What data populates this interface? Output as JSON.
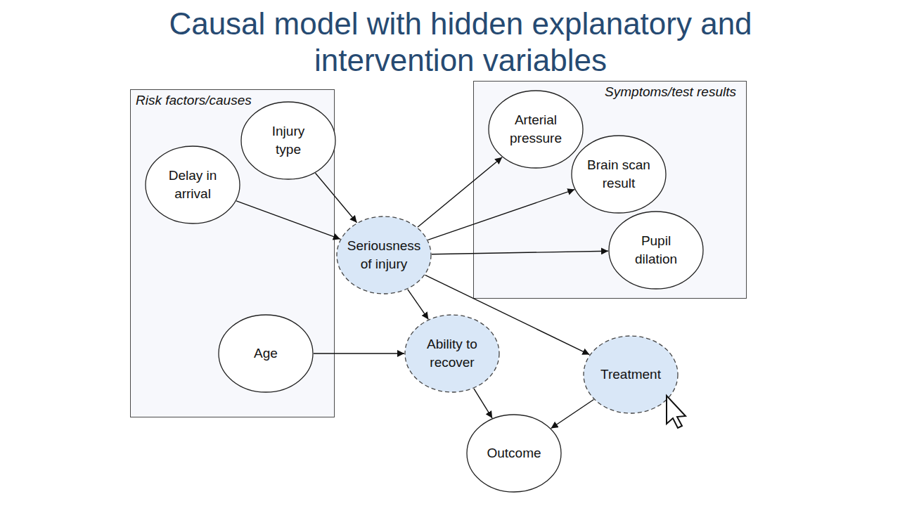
{
  "diagram": {
    "title": "Causal model with hidden explanatory and intervention variables",
    "nodes": [
      {
        "text": [
          "Risk factors/causes"
        ]
      },
      {
        "text": [
          "Injury type"
        ],
        "in": 0
      },
      {
        "text": [
          "Delay in arrival"
        ],
        "in": 0
      },
      {
        "text": [
          "Age"
        ],
        "in": 0
      },
      {
        "text": [
          "Symptoms/test results"
        ]
      },
      {
        "text": [
          "Arterial pressure"
        ],
        "in": 4
      },
      {
        "text": [
          "Brain scan result"
        ],
        "in": 4
      },
      {
        "text": [
          "Pupil dilation"
        ],
        "in": 4
      },
      {
        "text": [
          "Seriousness of injury"
        ]
      },
      {
        "text": [
          "Ability to recover"
        ]
      },
      {
        "text": [
          "Treatment"
        ]
      },
      {
        "text": [
          "Outcome"
        ]
      }
    ],
    "edges": [
      {
        "from": 1,
        "to": 8,
        "arrow": "to"
      },
      {
        "from": 2,
        "to": 8,
        "arrow": "to"
      },
      {
        "from": 8,
        "to": 5,
        "arrow": "to"
      },
      {
        "from": 8,
        "to": 6,
        "arrow": "to"
      },
      {
        "from": 8,
        "to": 7,
        "arrow": "to"
      },
      {
        "from": 8,
        "to": 9,
        "arrow": "to"
      },
      {
        "from": 8,
        "to": 10,
        "arrow": "to"
      },
      {
        "from": 3,
        "to": 9,
        "arrow": "to"
      },
      {
        "from": 9,
        "to": 11,
        "arrow": "to"
      },
      {
        "from": 10,
        "to": 11,
        "arrow": "to"
      }
    ]
  }
}
